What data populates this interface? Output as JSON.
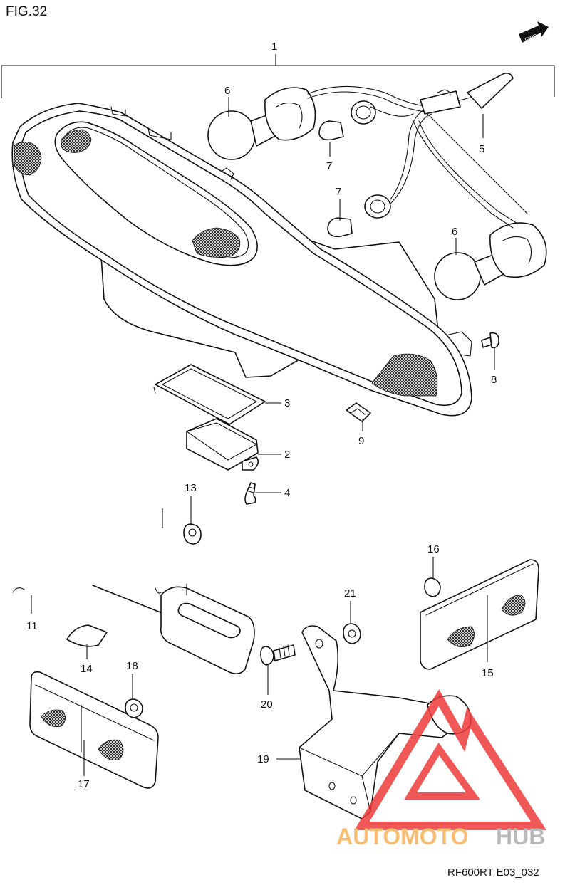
{
  "figure": {
    "title": "FIG.32",
    "code": "RF600RT E03_032"
  },
  "direction_badge": {
    "label": "FWD"
  },
  "watermark": {
    "text_part1": "AUTOMOTO",
    "text_part2": "HUB",
    "color_part1": "#f7b25a",
    "color_part2": "#b0b0b0",
    "logo_color": "#ee3a3a"
  },
  "parts": [
    {
      "id": "p1",
      "num": "1"
    },
    {
      "id": "p6a",
      "num": "6"
    },
    {
      "id": "p7a",
      "num": "7"
    },
    {
      "id": "p5",
      "num": "5"
    },
    {
      "id": "p7b",
      "num": "7"
    },
    {
      "id": "p6b",
      "num": "6"
    },
    {
      "id": "p8",
      "num": "8"
    },
    {
      "id": "p3",
      "num": "3"
    },
    {
      "id": "p9",
      "num": "9"
    },
    {
      "id": "p2",
      "num": "2"
    },
    {
      "id": "p13",
      "num": "13"
    },
    {
      "id": "p4",
      "num": "4"
    },
    {
      "id": "p16",
      "num": "16"
    },
    {
      "id": "p21",
      "num": "21"
    },
    {
      "id": "p11",
      "num": "11"
    },
    {
      "id": "p15",
      "num": "15"
    },
    {
      "id": "p14",
      "num": "14"
    },
    {
      "id": "p18",
      "num": "18"
    },
    {
      "id": "p20",
      "num": "20"
    },
    {
      "id": "p19",
      "num": "19"
    },
    {
      "id": "p17",
      "num": "17"
    }
  ]
}
